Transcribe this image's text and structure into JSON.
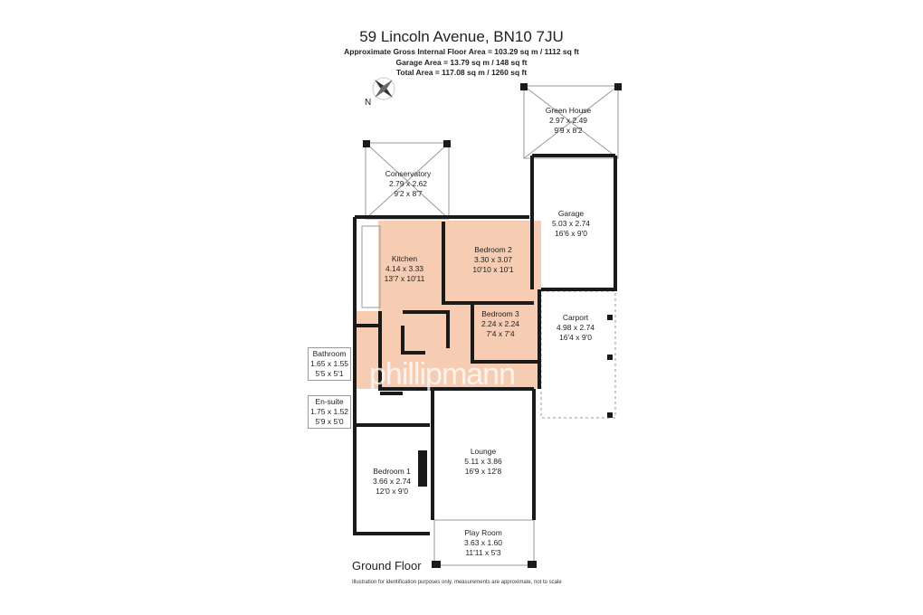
{
  "header": {
    "title": "59 Lincoln Avenue, BN10 7JU",
    "gross_area": "Approximate Gross Internal Floor Area = 103.29 sq m / 1112 sq ft",
    "garage_area": "Garage Area = 13.79 sq m / 148 sq ft",
    "total_area": "Total Area = 117.08 sq m / 1260 sq ft"
  },
  "compass": {
    "label": "N"
  },
  "rooms": [
    {
      "name": "Green House",
      "metric": "2.97 x 2.49",
      "imperial": "9'9 x 8'2"
    },
    {
      "name": "Conservatory",
      "metric": "2.79 x 2.62",
      "imperial": "9'2 x 8'7"
    },
    {
      "name": "Garage",
      "metric": "5.03 x 2.74",
      "imperial": "16'6 x 9'0"
    },
    {
      "name": "Kitchen",
      "metric": "4.14 x 3.33",
      "imperial": "13'7 x 10'11"
    },
    {
      "name": "Bedroom 2",
      "metric": "3.30 x 3.07",
      "imperial": "10'10 x 10'1"
    },
    {
      "name": "Bedroom 3",
      "metric": "2.24 x 2.24",
      "imperial": "7'4 x 7'4"
    },
    {
      "name": "Carport",
      "metric": "4.98 x 2.74",
      "imperial": "16'4 x 9'0"
    },
    {
      "name": "Bathroom",
      "metric": "1.65 x 1.55",
      "imperial": "5'5 x 5'1"
    },
    {
      "name": "En-suite",
      "metric": "1.75 x 1.52",
      "imperial": "5'9 x 5'0"
    },
    {
      "name": "Bedroom 1",
      "metric": "3.66 x 2.74",
      "imperial": "12'0 x 9'0"
    },
    {
      "name": "Lounge",
      "metric": "5.11 x 3.86",
      "imperial": "16'9 x 12'8"
    },
    {
      "name": "Play Room",
      "metric": "3.63 x 1.60",
      "imperial": "11'11 x 5'3"
    }
  ],
  "watermark": "phillipmann",
  "footer": {
    "floor": "Ground Floor",
    "disclaimer": "Illustration for identification purposes only, measurements are approximate, not to scale"
  },
  "colors": {
    "highlight": "#f6cdb2",
    "wall": "#1a1a1a"
  }
}
